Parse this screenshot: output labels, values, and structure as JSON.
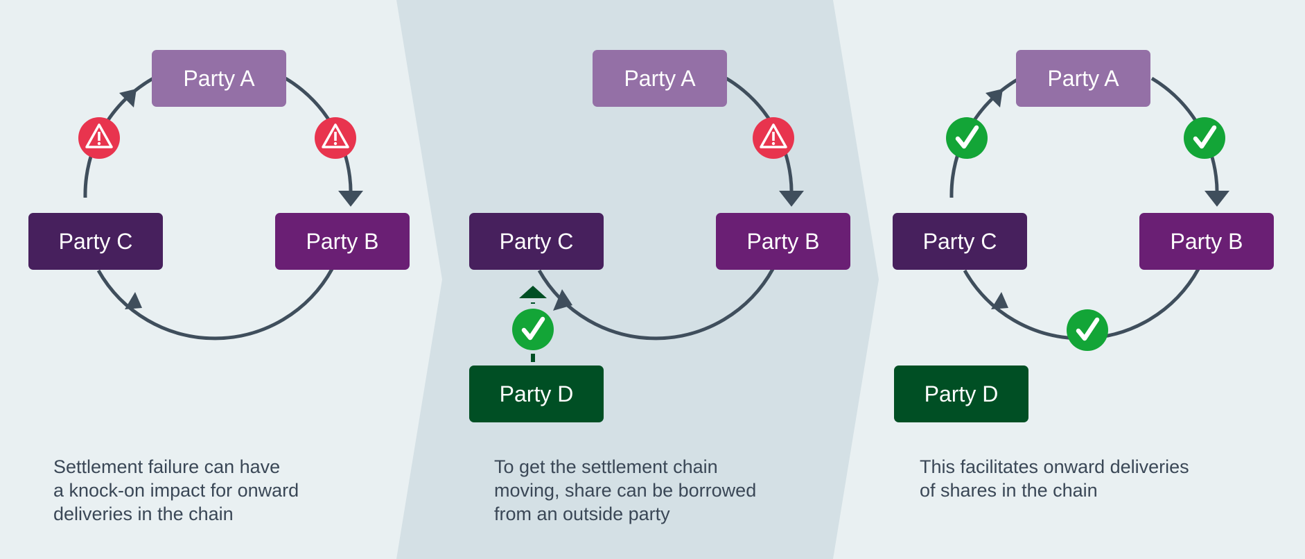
{
  "colors": {
    "background": "#e9f0f2",
    "middle_band": "#d4e0e5",
    "party_a": "#9470a6",
    "party_b": "#6a1f74",
    "party_c": "#47205d",
    "party_d": "#004f24",
    "arrow": "#3f4e5c",
    "fail_badge": "#e8344e",
    "ok_badge": "#13a537",
    "caption_text": "#3a4756"
  },
  "panels": [
    {
      "parties": {
        "a": "Party A",
        "b": "Party B",
        "c": "Party C"
      },
      "badges": {
        "a_to_b": "warning",
        "c_to_a": "warning"
      },
      "caption": [
        "Settlement failure can have",
        "a knock-on impact for onward",
        "deliveries in the chain"
      ]
    },
    {
      "parties": {
        "a": "Party A",
        "b": "Party B",
        "c": "Party C",
        "d": "Party D"
      },
      "badges": {
        "a_to_b": "warning",
        "d_to_c": "check"
      },
      "caption": [
        "To get the settlement chain",
        "moving, share can be borrowed",
        "from an outside party"
      ]
    },
    {
      "parties": {
        "a": "Party A",
        "b": "Party B",
        "c": "Party C",
        "d": "Party D"
      },
      "badges": {
        "a_to_b": "check",
        "b_to_c": "check",
        "c_to_a": "check"
      },
      "caption": [
        "This facilitates onward deliveries",
        "of shares in the chain"
      ]
    }
  ]
}
